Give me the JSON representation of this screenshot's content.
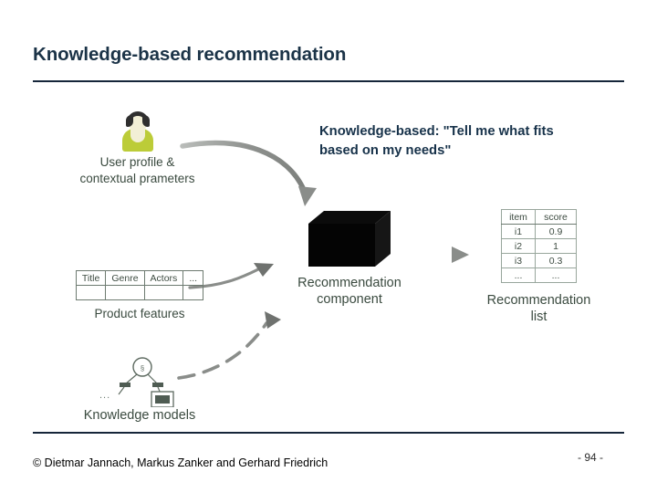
{
  "slide": {
    "title": "Knowledge-based recommendation",
    "page_number": "- 94 -",
    "footer_credit": "© Dietmar Jannach, Markus Zanker and Gerhard Friedrich",
    "accent_color": "#16263a",
    "title_color": "#1b3347"
  },
  "callout": {
    "line1": "Knowledge-based: \"Tell me what fits",
    "line2": "based on my needs\"",
    "color": "#17324a"
  },
  "diagram": {
    "user_node": {
      "caption_line1": "User profile &",
      "caption_line2": "contextual prameters",
      "icon": "user-avatar-icon",
      "avatar_body_color": "#bccc38",
      "avatar_hair_color": "#2f2f2f"
    },
    "product_node": {
      "caption": "Product features",
      "columns": [
        "Title",
        "Genre",
        "Actors",
        "..."
      ],
      "blank_row": [
        "",
        "",
        "",
        ""
      ]
    },
    "knowledge_node": {
      "caption": "Knowledge models",
      "ellipsis": "...",
      "icon": "knowledge-tree-icon"
    },
    "component_node": {
      "caption_line1": "Recommendation",
      "caption_line2": "component",
      "icon": "black-box-icon"
    },
    "list_node": {
      "caption_line1": "Recommendation",
      "caption_line2": "list",
      "headers": [
        "item",
        "score"
      ],
      "rows": [
        {
          "item": "i1",
          "score": "0.9"
        },
        {
          "item": "i2",
          "score": "1"
        },
        {
          "item": "i3",
          "score": "0.3"
        },
        {
          "item": "...",
          "score": "..."
        }
      ]
    },
    "arrows": {
      "user_to_component": "curved-arrow-down-right",
      "product_to_component": "arrow-up-right",
      "knowledge_to_component": "dashed-curved-arrow-up-right",
      "component_to_list": "straight-arrow-right",
      "color": "#8a8d8a"
    }
  }
}
